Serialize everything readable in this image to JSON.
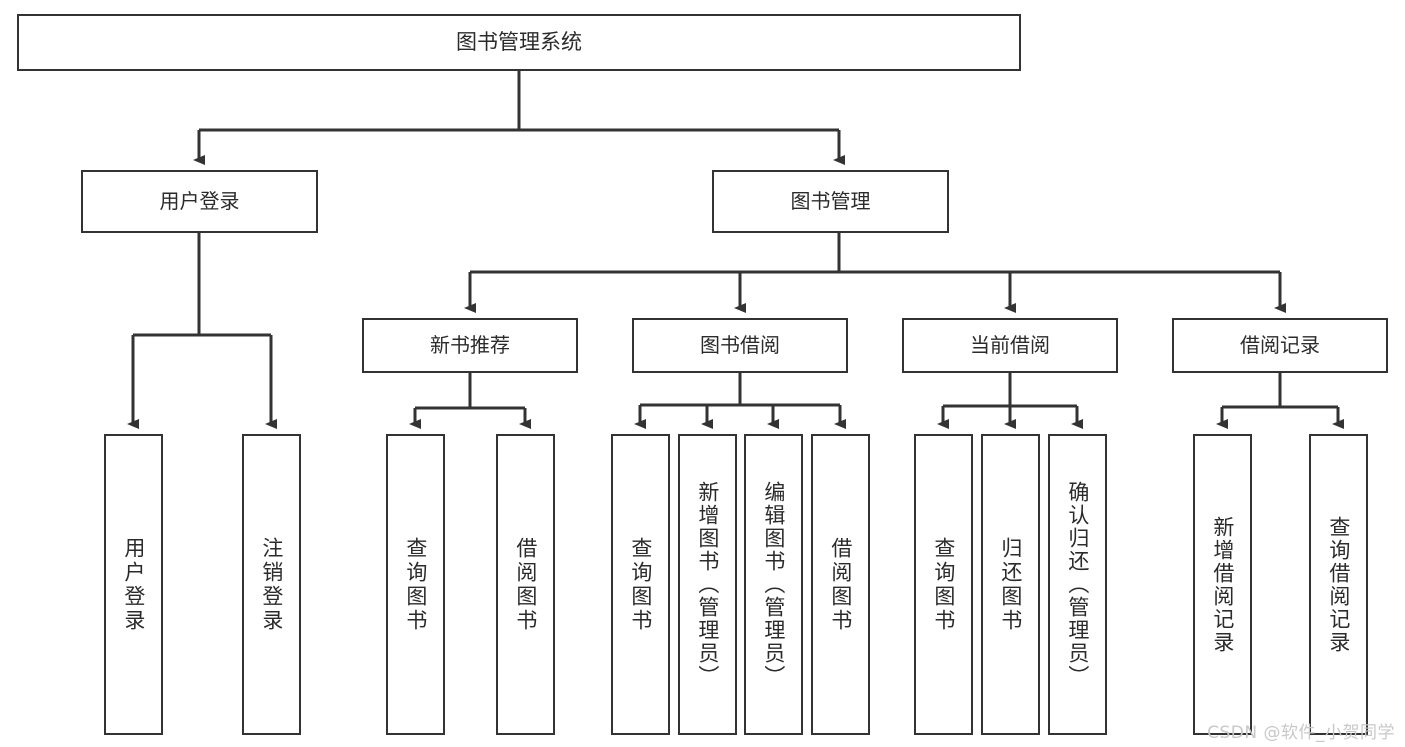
{
  "diagram": {
    "title": "图书管理系统",
    "type": "tree",
    "watermark": "CSDN @软件_小贺同学",
    "colors": {
      "border": "#333333",
      "background": "#ffffff",
      "text": "#2b2b2b",
      "watermark": "#c8c8c8"
    }
  },
  "nodes": {
    "root": {
      "label": "图书管理系统"
    },
    "level1": [
      {
        "label": "用户登录"
      },
      {
        "label": "图书管理"
      }
    ],
    "level2": [
      {
        "label": "新书推荐"
      },
      {
        "label": "图书借阅"
      },
      {
        "label": "当前借阅"
      },
      {
        "label": "借阅记录"
      }
    ],
    "leaves": {
      "user_login": [
        {
          "label": "用户登录"
        },
        {
          "label": "注销登录"
        }
      ],
      "new_book_recommend": [
        {
          "label": "查询图书"
        },
        {
          "label": "借阅图书"
        }
      ],
      "book_borrow": [
        {
          "label": "查询图书"
        },
        {
          "label": "新增图书（管理员）"
        },
        {
          "label": "编辑图书（管理员）"
        },
        {
          "label": "借阅图书"
        }
      ],
      "current_borrow": [
        {
          "label": "查询图书"
        },
        {
          "label": "归还图书"
        },
        {
          "label": "确认归还（管理员）"
        }
      ],
      "borrow_record": [
        {
          "label": "新增借阅记录"
        },
        {
          "label": "查询借阅记录"
        }
      ]
    }
  },
  "chart_data": {
    "type": "table",
    "title": "图书管理系统 功能结构图",
    "hierarchy": [
      {
        "level": 0,
        "label": "图书管理系统",
        "children": [
          {
            "level": 1,
            "label": "用户登录",
            "children": [
              {
                "level": 2,
                "label": "用户登录",
                "children": []
              },
              {
                "level": 2,
                "label": "注销登录",
                "children": []
              }
            ]
          },
          {
            "level": 1,
            "label": "图书管理",
            "children": [
              {
                "level": 2,
                "label": "新书推荐",
                "children": [
                  {
                    "level": 3,
                    "label": "查询图书",
                    "children": []
                  },
                  {
                    "level": 3,
                    "label": "借阅图书",
                    "children": []
                  }
                ]
              },
              {
                "level": 2,
                "label": "图书借阅",
                "children": [
                  {
                    "level": 3,
                    "label": "查询图书",
                    "children": []
                  },
                  {
                    "level": 3,
                    "label": "新增图书（管理员）",
                    "children": []
                  },
                  {
                    "level": 3,
                    "label": "编辑图书（管理员）",
                    "children": []
                  },
                  {
                    "level": 3,
                    "label": "借阅图书",
                    "children": []
                  }
                ]
              },
              {
                "level": 2,
                "label": "当前借阅",
                "children": [
                  {
                    "level": 3,
                    "label": "查询图书",
                    "children": []
                  },
                  {
                    "level": 3,
                    "label": "归还图书",
                    "children": []
                  },
                  {
                    "level": 3,
                    "label": "确认归还（管理员）",
                    "children": []
                  }
                ]
              },
              {
                "level": 2,
                "label": "借阅记录",
                "children": [
                  {
                    "level": 3,
                    "label": "新增借阅记录",
                    "children": []
                  },
                  {
                    "level": 3,
                    "label": "查询借阅记录",
                    "children": []
                  }
                ]
              }
            ]
          }
        ]
      }
    ]
  }
}
